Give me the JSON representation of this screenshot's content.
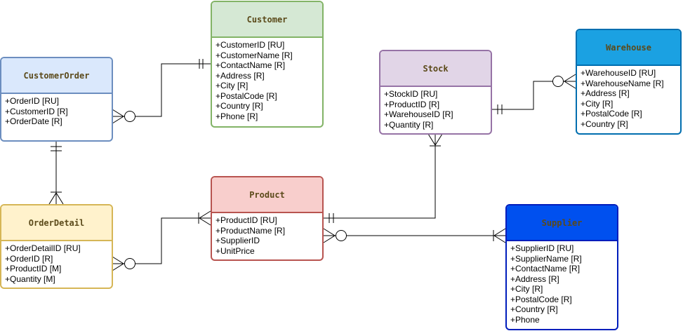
{
  "entities": {
    "customer": {
      "name": "Customer",
      "attributes": [
        "+CustomerID [RU]",
        "+CustomerName [R]",
        "+ContactName [R]",
        "+Address [R]",
        "+City [R]",
        "+PostalCode [R]",
        "+Country [R]",
        "+Phone [R]"
      ],
      "header_color": "#d5e8d4",
      "border_color": "#82b366"
    },
    "customer_order": {
      "name": "CustomerOrder",
      "attributes": [
        "+OrderID [RU]",
        "+CustomerID [R]",
        "+OrderDate [R]"
      ],
      "header_color": "#dae8fc",
      "border_color": "#6c8ebf"
    },
    "stock": {
      "name": "Stock",
      "attributes": [
        "+StockID [RU]",
        "+ProductID [R]",
        "+WarehouseID [R]",
        "+Quantity [R]"
      ],
      "header_color": "#e1d5e7",
      "border_color": "#9673a6"
    },
    "warehouse": {
      "name": "Warehouse",
      "attributes": [
        "+WarehouseID [RU]",
        "+WarehouseName [R]",
        "+Address [R]",
        "+City [R]",
        "+PostalCode [R]",
        "+Country [R]"
      ],
      "header_color": "#1ba1e2",
      "border_color": "#006eaf"
    },
    "order_detail": {
      "name": "OrderDetail",
      "attributes": [
        "+OrderDetailID [RU]",
        "+OrderID [R]",
        "+ProductID [M]",
        "+Quantity [M]"
      ],
      "header_color": "#fff2cc",
      "border_color": "#d6b656"
    },
    "product": {
      "name": "Product",
      "attributes": [
        "+ProductID [RU]",
        "+ProductName [R]",
        "+SupplierID",
        "+UnitPrice"
      ],
      "header_color": "#f8cecc",
      "border_color": "#b85450"
    },
    "supplier": {
      "name": "Supplier",
      "attributes": [
        "+SupplierID [RU]",
        "+SupplierName [R]",
        "+ContactName [R]",
        "+Address [R]",
        "+City [R]",
        "+PostalCode [R]",
        "+Country [R]",
        "+Phone"
      ],
      "header_color": "#0050ef",
      "border_color": "#001dbc"
    }
  },
  "relationships": [
    {
      "from": "customer_order",
      "to": "customer",
      "from_end": "zero-or-many",
      "to_end": "exactly-one"
    },
    {
      "from": "customer_order",
      "to": "order_detail",
      "from_end": "exactly-one",
      "to_end": "one-or-many"
    },
    {
      "from": "order_detail",
      "to": "product",
      "from_end": "zero-or-many",
      "to_end": "one-or-many"
    },
    {
      "from": "product",
      "to": "stock",
      "from_end": "exactly-one",
      "to_end": "one-or-many"
    },
    {
      "from": "product",
      "to": "supplier",
      "from_end": "zero-or-many",
      "to_end": "one-or-many"
    },
    {
      "from": "stock",
      "to": "warehouse",
      "from_end": "exactly-one",
      "to_end": "zero-or-many"
    }
  ]
}
